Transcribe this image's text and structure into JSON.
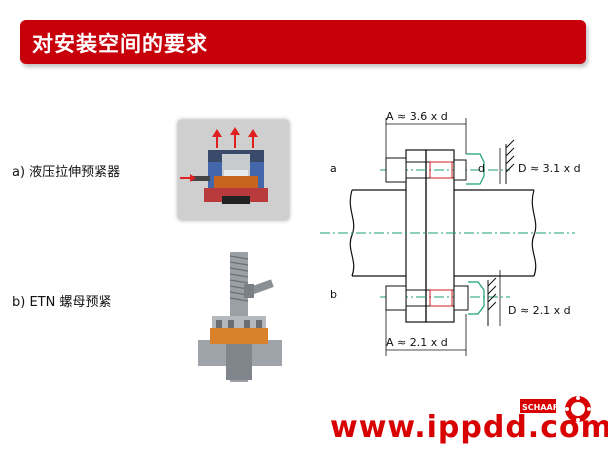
{
  "slide": {
    "title": "对安装空间的要求",
    "items": [
      {
        "label": "a) 液压拉伸预紧器"
      },
      {
        "label": "b) ETN 螺母预紧"
      }
    ]
  },
  "drawing": {
    "row_a": "a",
    "row_b": "b",
    "dim_a_top": "A ≈ 3.6 x d",
    "dim_d_small": "d",
    "dim_D_top": "D ≈ 3.1 x d",
    "dim_D_bottom": "D ≈ 2.1 x d",
    "dim_a_bottom": "A ≈ 2.1 x d"
  },
  "watermark": {
    "text": "www.ippdd.com",
    "logo_text": "SCHAAF"
  },
  "colors": {
    "title_bg": "#c8000a",
    "accent_red": "#d80000",
    "centerline": "#1aa07a",
    "nut_orange": "#d9822b"
  }
}
